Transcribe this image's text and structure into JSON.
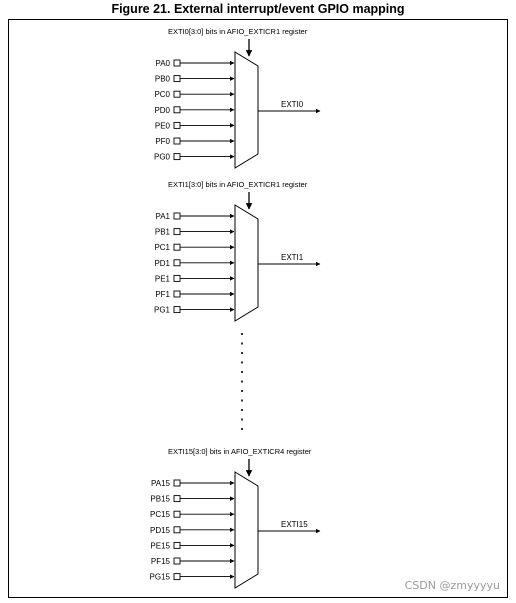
{
  "title": "Figure 21. External interrupt/event GPIO mapping",
  "blocks": [
    {
      "register_label": "EXTI0[3:0] bits in AFIO_EXTICR1 register",
      "inputs": [
        "PA0",
        "PB0",
        "PC0",
        "PD0",
        "PE0",
        "PF0",
        "PG0"
      ],
      "output": "EXTI0"
    },
    {
      "register_label": "EXTI1[3:0] bits in AFIO_EXTICR1 register",
      "inputs": [
        "PA1",
        "PB1",
        "PC1",
        "PD1",
        "PE1",
        "PF1",
        "PG1"
      ],
      "output": "EXTI1"
    },
    {
      "register_label": "EXTI15[3:0] bits in AFIO_EXTICR4 register",
      "inputs": [
        "PA15",
        "PB15",
        "PC15",
        "PD15",
        "PE15",
        "PF15",
        "PG15"
      ],
      "output": "EXTI15"
    }
  ],
  "watermark": "CSDN @zmyyyyu"
}
